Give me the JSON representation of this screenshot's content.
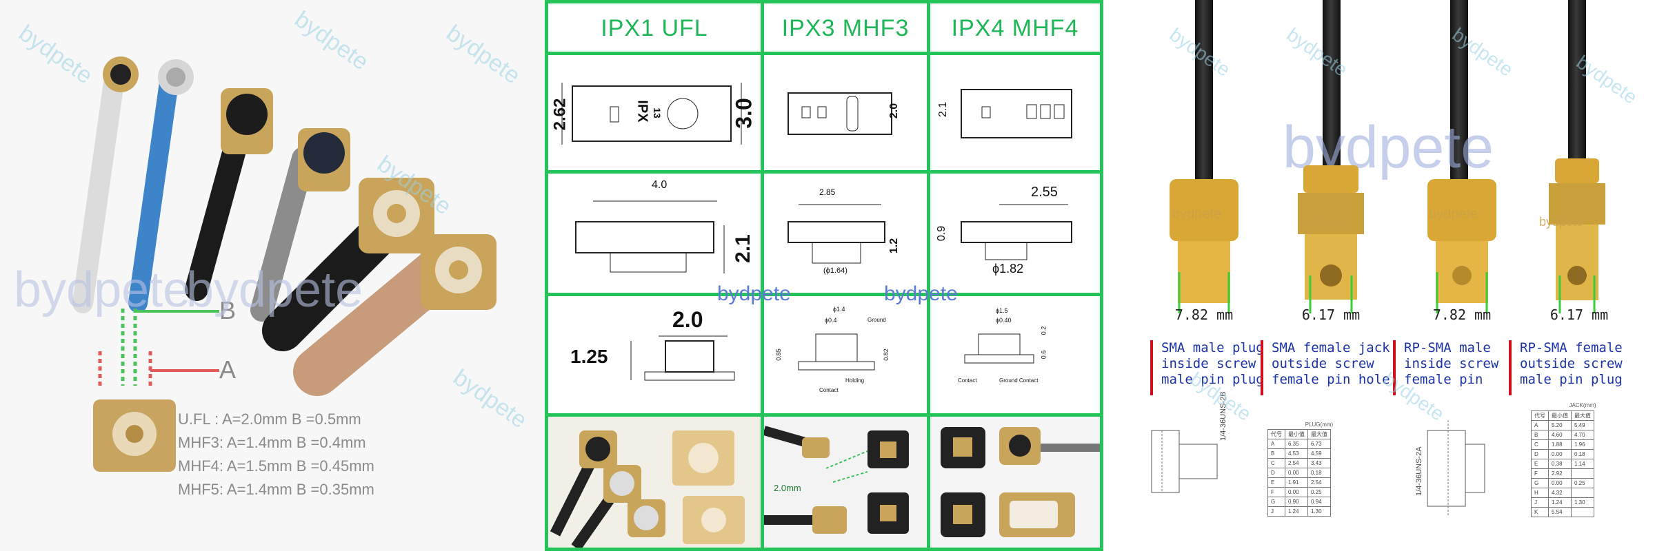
{
  "watermark": "bydpete",
  "left_panel": {
    "label_b": "B",
    "label_a": "A",
    "specs": [
      "U.FL : A=2.0mm B =0.5mm",
      "MHF3: A=1.4mm B =0.4mm",
      "MHF4: A=1.5mm B =0.45mm",
      "MHF5: A=1.4mm B =0.35mm"
    ]
  },
  "middle_panel": {
    "headers": [
      "IPX1  UFL",
      "IPX3  MHF3",
      "IPX4  MHF4"
    ],
    "ufl_top": {
      "w": "2.62",
      "h": "3.0",
      "tag": "IPX",
      "n": "13"
    },
    "mhf3_top": {
      "h": "2.0"
    },
    "mhf4_top": {
      "h": "2.1"
    },
    "ufl_side": {
      "w": "4.0",
      "h": "2.1"
    },
    "mhf3_side": {
      "w": "2.85",
      "h": "1.2",
      "d": "(ϕ1.64)"
    },
    "mhf4_side": {
      "h": "0.9",
      "w": "2.55",
      "d": "ϕ1.82"
    },
    "ufl_profile": {
      "w": "2.0",
      "h": "1.25"
    },
    "mhf3_profile": {
      "d1": "ϕ1.4",
      "d2": "ϕ0.4",
      "g": "0.85",
      "h": "0.82",
      "l1": "Ground",
      "l2": "Holding",
      "l3": "Contact"
    },
    "mhf4_profile": {
      "d1": "ϕ1.5",
      "d2": "ϕ0.40",
      "h1": "0.2",
      "h2": "0.6",
      "l1": "Contact",
      "l2": "Ground Contact"
    },
    "mhf3_photo": {
      "dim": "2.0mm"
    }
  },
  "right_panel": {
    "brand": "bydpete",
    "connectors": [
      {
        "measure": "7.82 mm",
        "desc": [
          "SMA male plug",
          "inside screw",
          "male pin plug"
        ]
      },
      {
        "measure": "6.17 mm",
        "desc": [
          "SMA female jack",
          "outside screw",
          "female pin hole"
        ]
      },
      {
        "measure": "7.82 mm",
        "desc": [
          "RP-SMA male",
          "inside screw",
          "female pin"
        ]
      },
      {
        "measure": "6.17 mm",
        "desc": [
          "RP-SMA female",
          "outside screw",
          "male pin plug"
        ]
      }
    ],
    "drawing_labels": {
      "thread1": "1/4-36UNS-2B",
      "thread2": "1/4-36UNS-2A",
      "plug_title": "PLUG(mm)",
      "jack_title": "JACK(mm)"
    },
    "plug_table": {
      "headers": [
        "代号",
        "最小值",
        "最大值"
      ],
      "rows": [
        [
          "A",
          "6.35",
          "6.73"
        ],
        [
          "B",
          "4.53",
          "4.59"
        ],
        [
          "C",
          "2.54",
          "3.43"
        ],
        [
          "D",
          "0.00",
          "0.18"
        ],
        [
          "E",
          "1.91",
          "2.54"
        ],
        [
          "F",
          "0.00",
          "0.25"
        ],
        [
          "G",
          "0.90",
          "0.94"
        ],
        [
          "J",
          "1.24",
          "1.30"
        ]
      ]
    },
    "jack_table": {
      "headers": [
        "代号",
        "最小值",
        "最大值"
      ],
      "rows": [
        [
          "A",
          "5.20",
          "5.49"
        ],
        [
          "B",
          "4.60",
          "4.70"
        ],
        [
          "C",
          "1.88",
          "1.96"
        ],
        [
          "D",
          "0.00",
          "0.18"
        ],
        [
          "E",
          "0.38",
          "1.14"
        ],
        [
          "F",
          "2.92",
          ""
        ],
        [
          "G",
          "0.00",
          "0.25"
        ],
        [
          "H",
          "4.32",
          ""
        ],
        [
          "J",
          "1.24",
          "1.30"
        ],
        [
          "K",
          "5.54",
          ""
        ]
      ]
    }
  }
}
